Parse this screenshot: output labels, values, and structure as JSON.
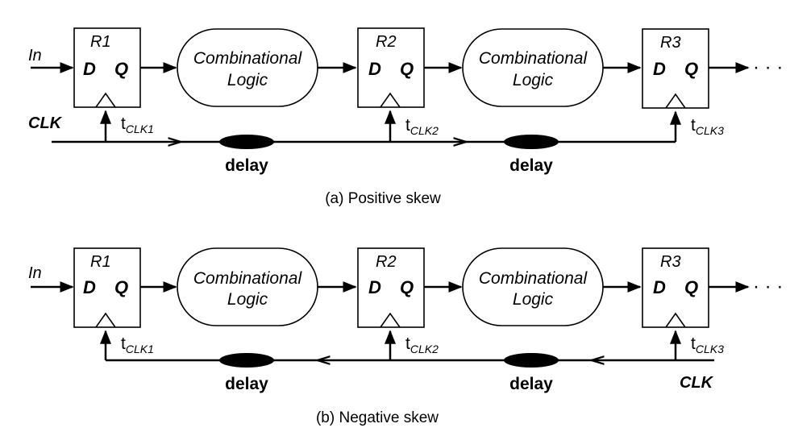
{
  "panel_a": {
    "caption": "(a) Positive skew",
    "input_label": "In",
    "clock_label": "CLK",
    "registers": [
      {
        "name": "R1",
        "d": "D",
        "q": "Q",
        "clock_tap": "t",
        "clock_tap_sub": "CLK1"
      },
      {
        "name": "R2",
        "d": "D",
        "q": "Q",
        "clock_tap": "t",
        "clock_tap_sub": "CLK2"
      },
      {
        "name": "R3",
        "d": "D",
        "q": "Q",
        "clock_tap": "t",
        "clock_tap_sub": "CLK3"
      }
    ],
    "logic_blocks": [
      {
        "line1": "Combinational",
        "line2": "Logic"
      },
      {
        "line1": "Combinational",
        "line2": "Logic"
      }
    ],
    "delays": [
      "delay",
      "delay"
    ],
    "continuation": "· · ·"
  },
  "panel_b": {
    "caption": "(b) Negative skew",
    "input_label": "In",
    "clock_label": "CLK",
    "registers": [
      {
        "name": "R1",
        "d": "D",
        "q": "Q",
        "clock_tap": "t",
        "clock_tap_sub": "CLK1"
      },
      {
        "name": "R2",
        "d": "D",
        "q": "Q",
        "clock_tap": "t",
        "clock_tap_sub": "CLK2"
      },
      {
        "name": "R3",
        "d": "D",
        "q": "Q",
        "clock_tap": "t",
        "clock_tap_sub": "CLK3"
      }
    ],
    "logic_blocks": [
      {
        "line1": "Combinational",
        "line2": "Logic"
      },
      {
        "line1": "Combinational",
        "line2": "Logic"
      }
    ],
    "delays": [
      "delay",
      "delay"
    ],
    "continuation": "· · ·"
  }
}
